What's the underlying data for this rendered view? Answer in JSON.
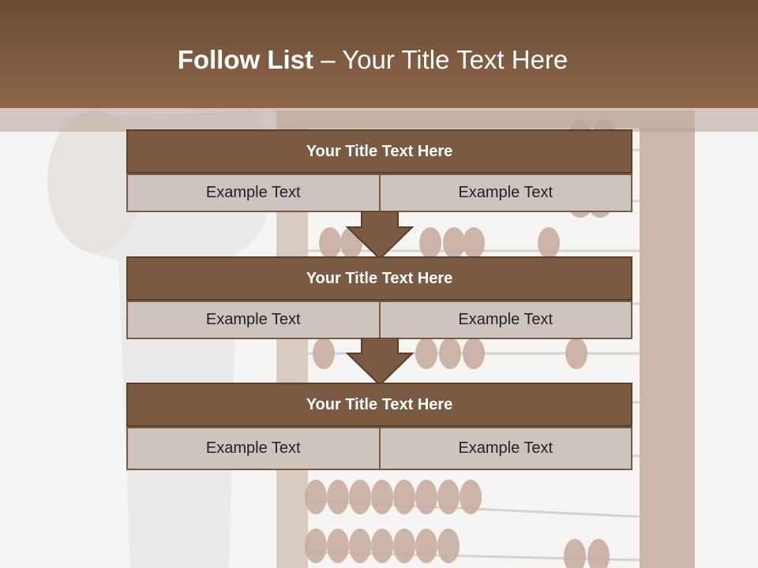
{
  "slide": {
    "title_bold": "Follow List",
    "title_dash": " – ",
    "title_rest": "Your Title Text Here"
  },
  "blocks": [
    {
      "title": "Your Title Text Here",
      "left": "Example Text",
      "right": "Example Text"
    },
    {
      "title": "Your Title Text Here",
      "left": "Example Text",
      "right": "Example Text"
    },
    {
      "title": "Your Title Text Here",
      "left": "Example Text",
      "right": "Example Text"
    }
  ],
  "colors": {
    "header": "#8e6649",
    "block_title": "#7a5a42",
    "cell": "#cdc4bf",
    "arrow": "#7a5a42"
  },
  "icons": [
    "down-arrow-icon",
    "down-arrow-icon"
  ]
}
